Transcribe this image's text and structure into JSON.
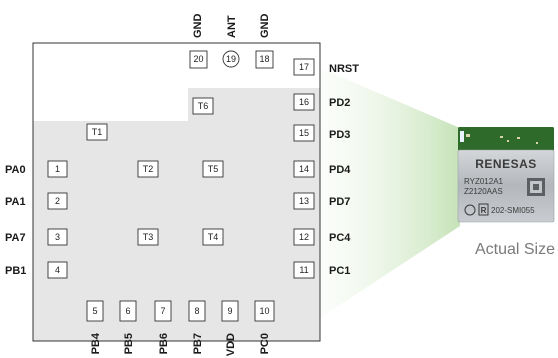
{
  "module": {
    "antenna_pin_number": "19",
    "top_pins": [
      {
        "number": "20",
        "label": "GND"
      },
      {
        "number": "19",
        "label": "ANT"
      },
      {
        "number": "18",
        "label": "GND"
      }
    ],
    "left_pins": [
      {
        "number": "1",
        "label": "PA0"
      },
      {
        "number": "2",
        "label": "PA1"
      },
      {
        "number": "3",
        "label": "PA7"
      },
      {
        "number": "4",
        "label": "PB1"
      }
    ],
    "right_pins": [
      {
        "number": "17",
        "label": "NRST"
      },
      {
        "number": "16",
        "label": "PD2"
      },
      {
        "number": "15",
        "label": "PD3"
      },
      {
        "number": "14",
        "label": "PD4"
      },
      {
        "number": "13",
        "label": "PD7"
      },
      {
        "number": "12",
        "label": "PC4"
      },
      {
        "number": "11",
        "label": "PC1"
      }
    ],
    "bottom_pins": [
      {
        "number": "5",
        "label": "PB4"
      },
      {
        "number": "6",
        "label": "PB5"
      },
      {
        "number": "7",
        "label": "PB6"
      },
      {
        "number": "8",
        "label": "PB7"
      },
      {
        "number": "9",
        "label": "VDD"
      },
      {
        "number": "10",
        "label": "PC0"
      }
    ],
    "test_points": [
      "T1",
      "T2",
      "T3",
      "T4",
      "T5",
      "T6"
    ],
    "colors": {
      "body_gray": "#e6e6e6",
      "outline": "#333333",
      "highlight_green": "#c6e3b8"
    }
  },
  "chip_photo": {
    "brand": "RENESAS",
    "line1": "RYZ012A1",
    "line2": "Z2120AAS",
    "line3": "202-SMI055",
    "r_mark": "R",
    "colors": {
      "pcb_green": "#2e6b2a",
      "shield_silver": "#b8bcc0",
      "marking": "#3b3b3b"
    }
  },
  "caption": {
    "text": "Actual Size"
  }
}
